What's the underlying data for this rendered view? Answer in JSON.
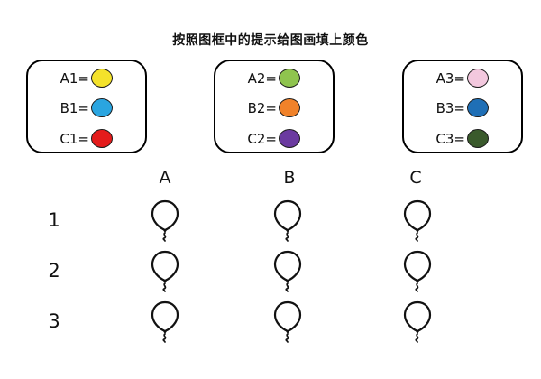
{
  "title": "按照图框中的提示给图画填上颜色",
  "keys": [
    {
      "rows": [
        {
          "label": "A1=",
          "color": "#f4e22b"
        },
        {
          "label": "B1=",
          "color": "#2aa5e0"
        },
        {
          "label": "C1=",
          "color": "#e41c1c"
        }
      ]
    },
    {
      "rows": [
        {
          "label": "A2=",
          "color": "#8fc44e"
        },
        {
          "label": "B2=",
          "color": "#f0822a"
        },
        {
          "label": "C2=",
          "color": "#6b3aa0"
        }
      ]
    },
    {
      "rows": [
        {
          "label": "A3=",
          "color": "#f3c8de"
        },
        {
          "label": "B3=",
          "color": "#1f6fb6"
        },
        {
          "label": "C3=",
          "color": "#3a5a2c"
        }
      ]
    }
  ],
  "columns": [
    "A",
    "B",
    "C"
  ],
  "rows": [
    "1",
    "2",
    "3"
  ],
  "icons": {
    "balloon": "balloon-outline-icon"
  }
}
